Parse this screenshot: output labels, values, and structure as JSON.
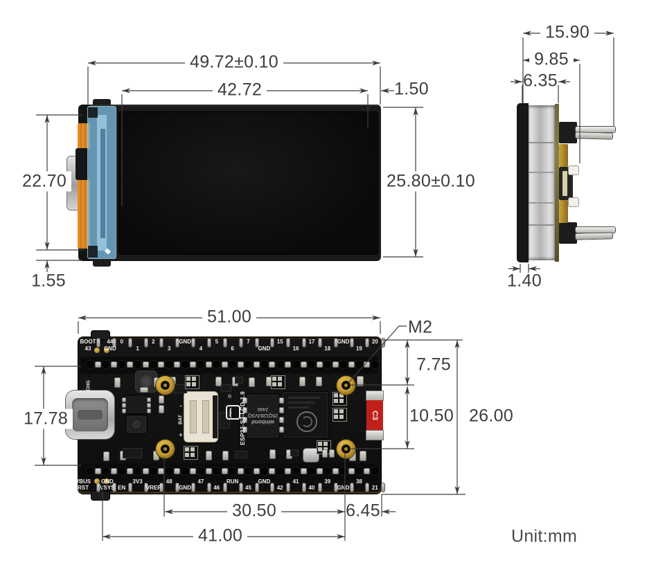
{
  "front_view": {
    "overall_width": "49.72±0.10",
    "display_width": "42.72",
    "right_margin": "1.50",
    "overall_height": "25.80±0.10",
    "left_height": "22.70",
    "bottom_margin": "1.55"
  },
  "side_view": {
    "overall_depth": "15.90",
    "body_depth": "9.85",
    "front_depth": "6.35",
    "screen_thickness": "1.40"
  },
  "pcb_view": {
    "board_width": "51.00",
    "screw_label": "M2",
    "screw_top_offset": "7.75",
    "screw_vertical_pitch": "10.50",
    "board_height": "26.00",
    "pin_row_height": "17.78",
    "screw_horizontal_pitch": "30.50",
    "screw_right_offset": "6.45",
    "pin_to_screw_width": "41.00",
    "top_pins": [
      {
        "u": "BOOT",
        "l": "43"
      },
      {
        "u": "44",
        "l": "GND"
      },
      {
        "u": "0"
      },
      {
        "l": "1"
      },
      {
        "u": "2"
      },
      {
        "l": "3"
      },
      {
        "u": "GND"
      },
      {
        "l": "4"
      },
      {
        "u": "5"
      },
      {
        "l": "6"
      },
      {
        "u": "7"
      },
      {
        "l": "GND"
      },
      {
        "u": "15"
      },
      {
        "l": "16"
      },
      {
        "u": "17"
      },
      {
        "l": "18"
      },
      {
        "u": "GND"
      },
      {
        "l": "19"
      },
      {
        "u": "20"
      }
    ],
    "bottom_pins": [
      {
        "u": "VBUS",
        "l": "RST"
      },
      {
        "u": "GND",
        "l": "VSYS"
      },
      {
        "l": "EN"
      },
      {
        "u": "3V3"
      },
      {
        "l": "VREF"
      },
      {
        "u": "48"
      },
      {
        "l": "GND"
      },
      {
        "u": "47"
      },
      {
        "l": "46"
      },
      {
        "u": "RUN"
      },
      {
        "l": "45"
      },
      {
        "u": "GND"
      },
      {
        "l": "42"
      },
      {
        "u": "41"
      },
      {
        "l": "40"
      },
      {
        "u": "39"
      },
      {
        "l": "GND"
      },
      {
        "u": "38"
      },
      {
        "l": "21"
      }
    ],
    "silkscreen": {
      "chg": "CHG",
      "bat": "BAT",
      "bat_plus": "+",
      "bat_minus": "-",
      "board_name": "ESP32-S3-LCD-1.9",
      "flash_brand": "winbond",
      "flash_part": "25Q128JVSQ",
      "flash_date": "2440",
      "fuse_label": "C3",
      "reg_mark": "®"
    }
  },
  "footer": {
    "unit_label": "Unit:mm"
  },
  "colors": {
    "dimension": "#3d3d3d",
    "pcb": "#121212",
    "flex_orange": "#e08b28",
    "film_blue": "#79b9dd",
    "fuse_red": "#c0201c",
    "standoff_gold": "#c79c2f"
  }
}
